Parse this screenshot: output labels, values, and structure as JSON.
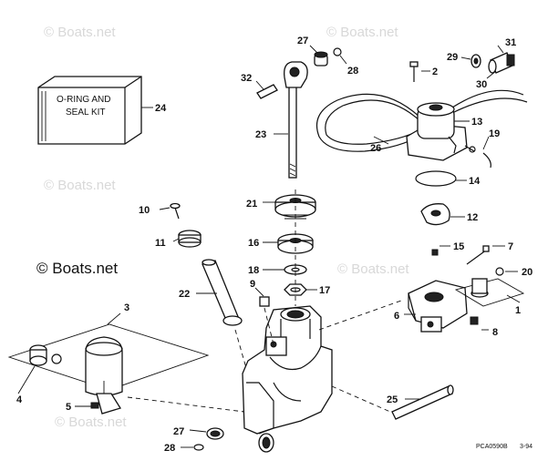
{
  "watermark": "© Boats.net",
  "kit_label": {
    "line1": "O-RING AND",
    "line2": "SEAL KIT",
    "number": "24"
  },
  "drawing_code": "PCA0590B",
  "date_code": "3-94",
  "callouts": {
    "c1": "1",
    "c2": "2",
    "c3": "3",
    "c4": "4",
    "c5": "5",
    "c6": "6",
    "c7": "7",
    "c8": "8",
    "c9": "9",
    "c10": "10",
    "c11": "11",
    "c12": "12",
    "c13": "13",
    "c14": "14",
    "c15": "15",
    "c16": "16",
    "c17": "17",
    "c18": "18",
    "c19": "19",
    "c20": "20",
    "c21": "21",
    "c22": "22",
    "c23": "23",
    "c25": "25",
    "c26": "26",
    "c27a": "27",
    "c27b": "27",
    "c28a": "28",
    "c28b": "28",
    "c29": "29",
    "c30": "30",
    "c31": "31",
    "c32": "32"
  }
}
